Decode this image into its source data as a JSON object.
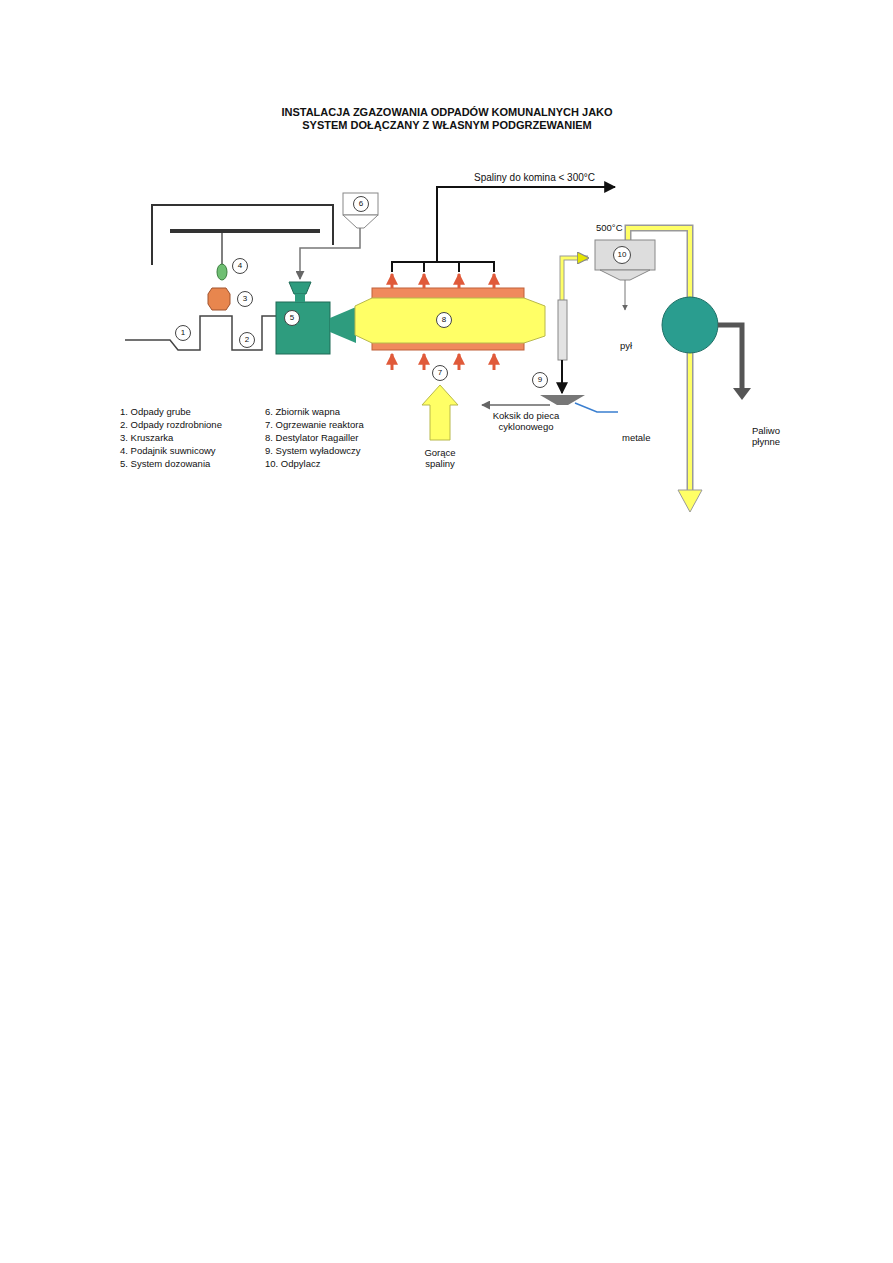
{
  "diagram": {
    "title": "INSTALACJA ZGAZOWANIA ODPADÓW KOMUNALNYCH JAKO SYSTEM DOŁĄCZANY Z WŁASNYM PODGRZEWANIEM",
    "labels": [
      "Spaliny do komina < 300°C",
      "4",
      "3",
      "1",
      "2",
      "5",
      "6",
      "8",
      "7",
      "Gorące spaliny",
      "500°C",
      "10",
      "pył",
      "9",
      "Koksik do pieca cyklonowego",
      "metale",
      "Paliwo płynne",
      "1. Odpady grube",
      "2. Odpady rozdrobnione",
      "3. Kruszarka",
      "4. Podajnik suwnicowy",
      "5. System dozowania",
      "6. Zbiornik wapna",
      "7. Ogrzewanie reaktora",
      "8. Destylator Ragailler",
      "9. System wyładowczy",
      "10. Odpylacz"
    ]
  }
}
